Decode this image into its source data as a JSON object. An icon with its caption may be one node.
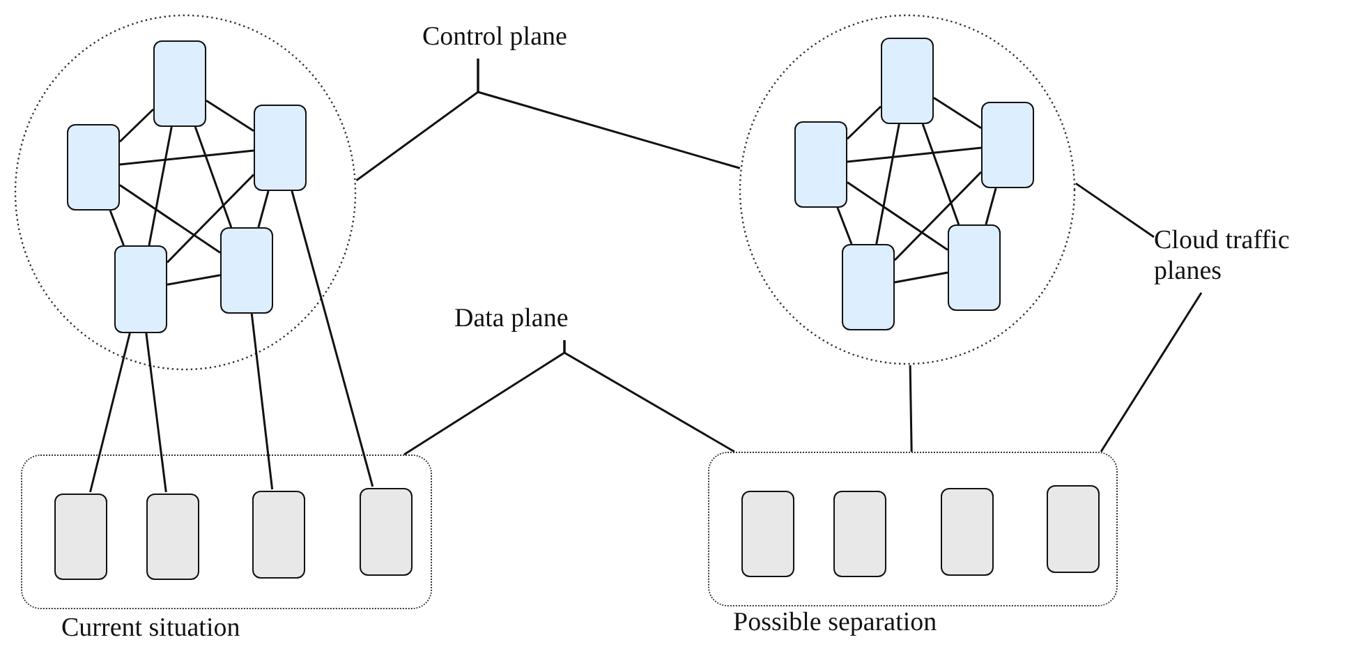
{
  "diagram": {
    "nodes": [
      {
        "text": [],
        "shape": "circle"
      },
      {
        "text": [],
        "shape": "box",
        "in": 0
      },
      {
        "text": [],
        "shape": "box",
        "in": 0
      },
      {
        "text": [],
        "shape": "box",
        "in": 0
      },
      {
        "text": [],
        "shape": "box",
        "in": 0
      },
      {
        "text": [],
        "shape": "box",
        "in": 0
      },
      {
        "text": [],
        "shape": "box"
      },
      {
        "text": [],
        "shape": "box",
        "in": 6
      },
      {
        "text": [],
        "shape": "box",
        "in": 6
      },
      {
        "text": [],
        "shape": "box",
        "in": 6
      },
      {
        "text": [],
        "shape": "box",
        "in": 6
      },
      {
        "text": [
          "Control plane"
        ]
      },
      {
        "text": [
          "Data plane"
        ]
      },
      {
        "text": [],
        "shape": "circle"
      },
      {
        "text": [],
        "shape": "box",
        "in": 13
      },
      {
        "text": [],
        "shape": "box",
        "in": 13
      },
      {
        "text": [],
        "shape": "box",
        "in": 13
      },
      {
        "text": [],
        "shape": "box",
        "in": 13
      },
      {
        "text": [],
        "shape": "box",
        "in": 13
      },
      {
        "text": [],
        "shape": "box"
      },
      {
        "text": [],
        "shape": "box",
        "in": 19
      },
      {
        "text": [],
        "shape": "box",
        "in": 19
      },
      {
        "text": [],
        "shape": "box",
        "in": 19
      },
      {
        "text": [],
        "shape": "box",
        "in": 19
      },
      {
        "text": [
          "Cloud traffic planes"
        ]
      }
    ],
    "edges": [
      {
        "from": 1,
        "to": 2,
        "arrow": "none"
      },
      {
        "from": 1,
        "to": 3,
        "arrow": "none"
      },
      {
        "from": 1,
        "to": 4,
        "arrow": "none"
      },
      {
        "from": 1,
        "to": 5,
        "arrow": "none"
      },
      {
        "from": 2,
        "to": 3,
        "arrow": "none"
      },
      {
        "from": 2,
        "to": 4,
        "arrow": "none"
      },
      {
        "from": 2,
        "to": 5,
        "arrow": "none"
      },
      {
        "from": 3,
        "to": 4,
        "arrow": "none"
      },
      {
        "from": 3,
        "to": 5,
        "arrow": "none"
      },
      {
        "from": 4,
        "to": 5,
        "arrow": "none"
      },
      {
        "from": 4,
        "to": 7,
        "arrow": "none"
      },
      {
        "from": 4,
        "to": 8,
        "arrow": "none"
      },
      {
        "from": 5,
        "to": 9,
        "arrow": "none"
      },
      {
        "from": 3,
        "to": 10,
        "arrow": "none"
      },
      {
        "from": 11,
        "to": 0,
        "arrow": "none"
      },
      {
        "from": 11,
        "to": 13,
        "arrow": "none"
      },
      {
        "from": 12,
        "to": 6,
        "arrow": "none"
      },
      {
        "from": 12,
        "to": 19,
        "arrow": "none"
      },
      {
        "from": 14,
        "to": 15,
        "arrow": "none"
      },
      {
        "from": 14,
        "to": 16,
        "arrow": "none"
      },
      {
        "from": 14,
        "to": 17,
        "arrow": "none"
      },
      {
        "from": 14,
        "to": 18,
        "arrow": "none"
      },
      {
        "from": 15,
        "to": 16,
        "arrow": "none"
      },
      {
        "from": 15,
        "to": 17,
        "arrow": "none"
      },
      {
        "from": 15,
        "to": 18,
        "arrow": "none"
      },
      {
        "from": 16,
        "to": 17,
        "arrow": "none"
      },
      {
        "from": 16,
        "to": 18,
        "arrow": "none"
      },
      {
        "from": 17,
        "to": 18,
        "arrow": "none"
      },
      {
        "from": 13,
        "to": 19,
        "arrow": "none"
      },
      {
        "from": 24,
        "to": 13,
        "arrow": "none"
      },
      {
        "from": 24,
        "to": 19,
        "arrow": "none"
      }
    ],
    "labels": [
      "Current situation",
      "Possible separation"
    ]
  }
}
